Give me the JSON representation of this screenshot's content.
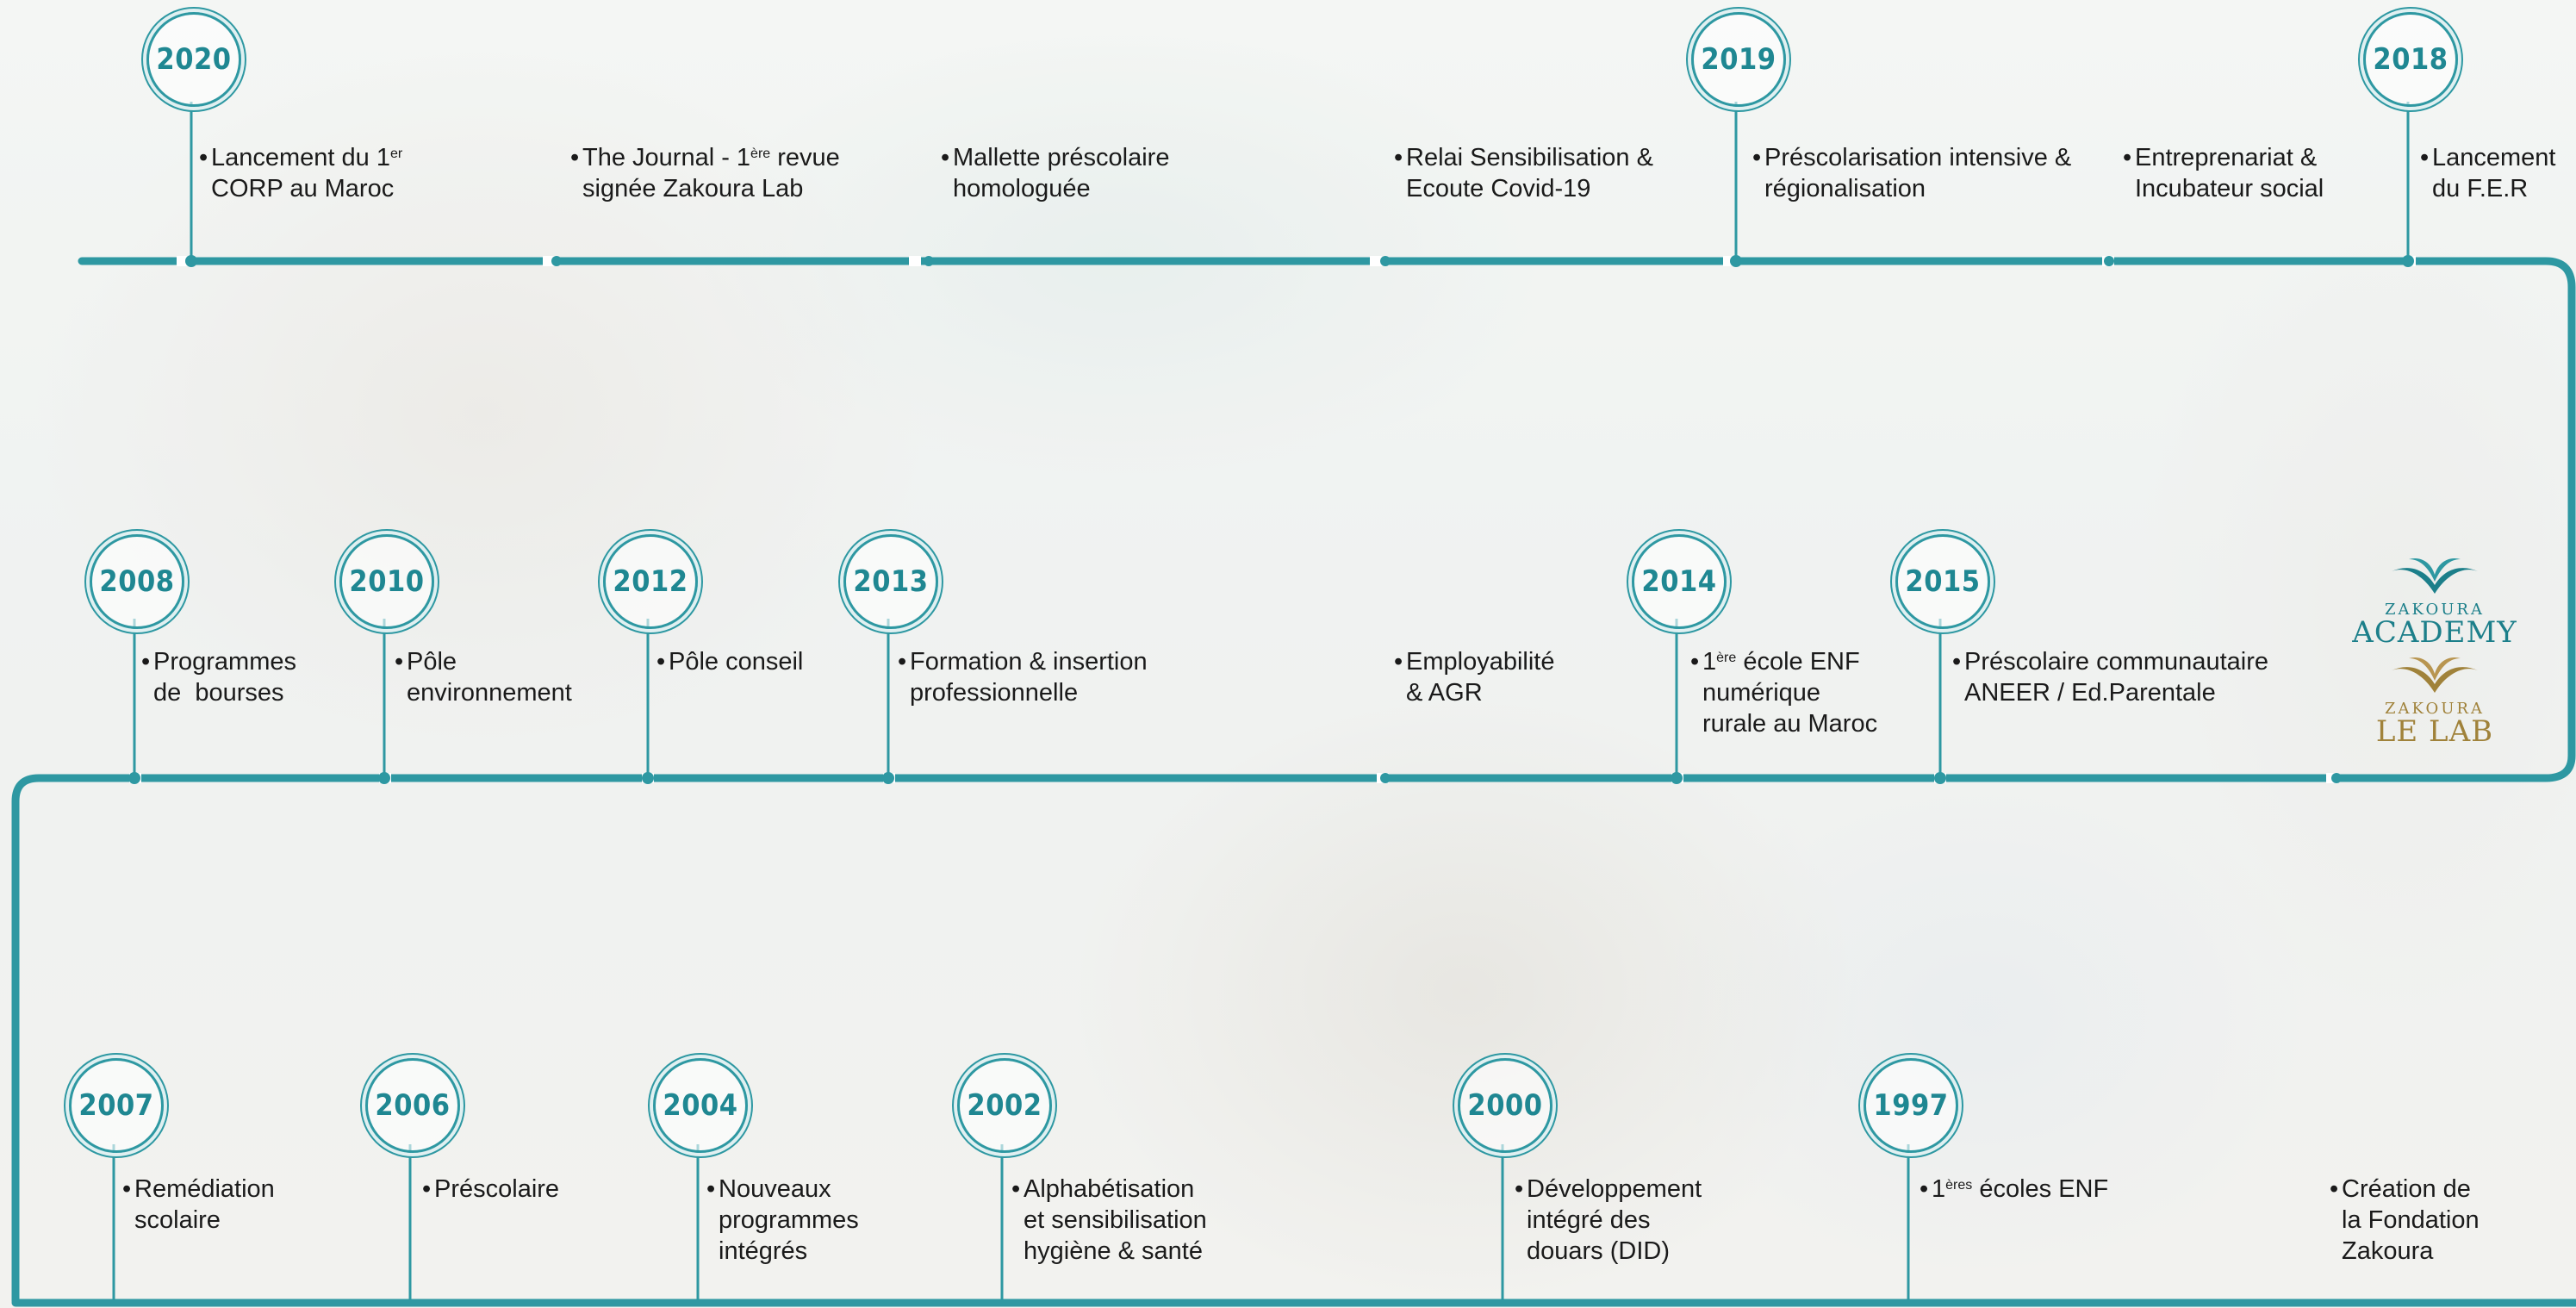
{
  "colors": {
    "accent": "#2e98a2",
    "text": "#1a1a1a",
    "academy": "#1c7f8a",
    "lab": "#a0823a"
  },
  "row1": {
    "years": [
      "2020",
      "2019",
      "2018"
    ],
    "items": [
      {
        "line1": "Lancement du 1",
        "sup": "er",
        "line2": "CORP au Maroc"
      },
      {
        "line1": "The Journal - 1",
        "sup": "ère",
        "line1b": " revue",
        "line2": "signée Zakoura Lab"
      },
      {
        "line1": "Mallette préscolaire",
        "line2": "homologuée"
      },
      {
        "line1": "Relai Sensibilisation &",
        "line2": "Ecoute Covid-19"
      },
      {
        "line1": "Préscolarisation intensive &",
        "line2": "régionalisation"
      },
      {
        "line1": "Entreprenariat &",
        "line2": "Incubateur social"
      },
      {
        "line1": "Lancement",
        "line2": "du F.E.R"
      }
    ]
  },
  "row2": {
    "years": [
      "2008",
      "2010",
      "2012",
      "2013",
      "2014",
      "2015"
    ],
    "items": [
      {
        "line1": "Programmes",
        "line2": "de  bourses"
      },
      {
        "line1": "Pôle",
        "line2": "environnement"
      },
      {
        "line1": "Pôle conseil"
      },
      {
        "line1": "Formation & insertion",
        "line2": "professionnelle"
      },
      {
        "line1": "Employabilité",
        "line2": "& AGR"
      },
      {
        "line1": "1",
        "sup": "ère",
        "line1b": " école ENF",
        "line2": "numérique",
        "line3": "rurale au Maroc"
      },
      {
        "line1": "Préscolaire communautaire",
        "line2": "ANEER / Ed.Parentale"
      }
    ]
  },
  "row3": {
    "years": [
      "2007",
      "2006",
      "2004",
      "2002",
      "2000",
      "1997"
    ],
    "items": [
      {
        "line1": "Remédiation",
        "line2": "scolaire"
      },
      {
        "line1": "Préscolaire"
      },
      {
        "line1": "Nouveaux",
        "line2": "programmes",
        "line3": "intégrés"
      },
      {
        "line1": "Alphabétisation",
        "line2": "et sensibilisation",
        "line3": "hygiène & santé"
      },
      {
        "line1": "Développement",
        "line2": "intégré des",
        "line3": "douars (DID)"
      },
      {
        "line1": "1",
        "sup": "ères",
        "line1b": " écoles ENF"
      },
      {
        "line1": "Création de",
        "line2": "la Fondation",
        "line3": "Zakoura"
      }
    ]
  },
  "logos": {
    "academy": {
      "small": "ZAKOURA",
      "big": "ACADEMY",
      "icon": "open-book-icon"
    },
    "lab": {
      "small": "ZAKOURA",
      "big": "LE LAB",
      "icon": "open-book-icon"
    }
  }
}
